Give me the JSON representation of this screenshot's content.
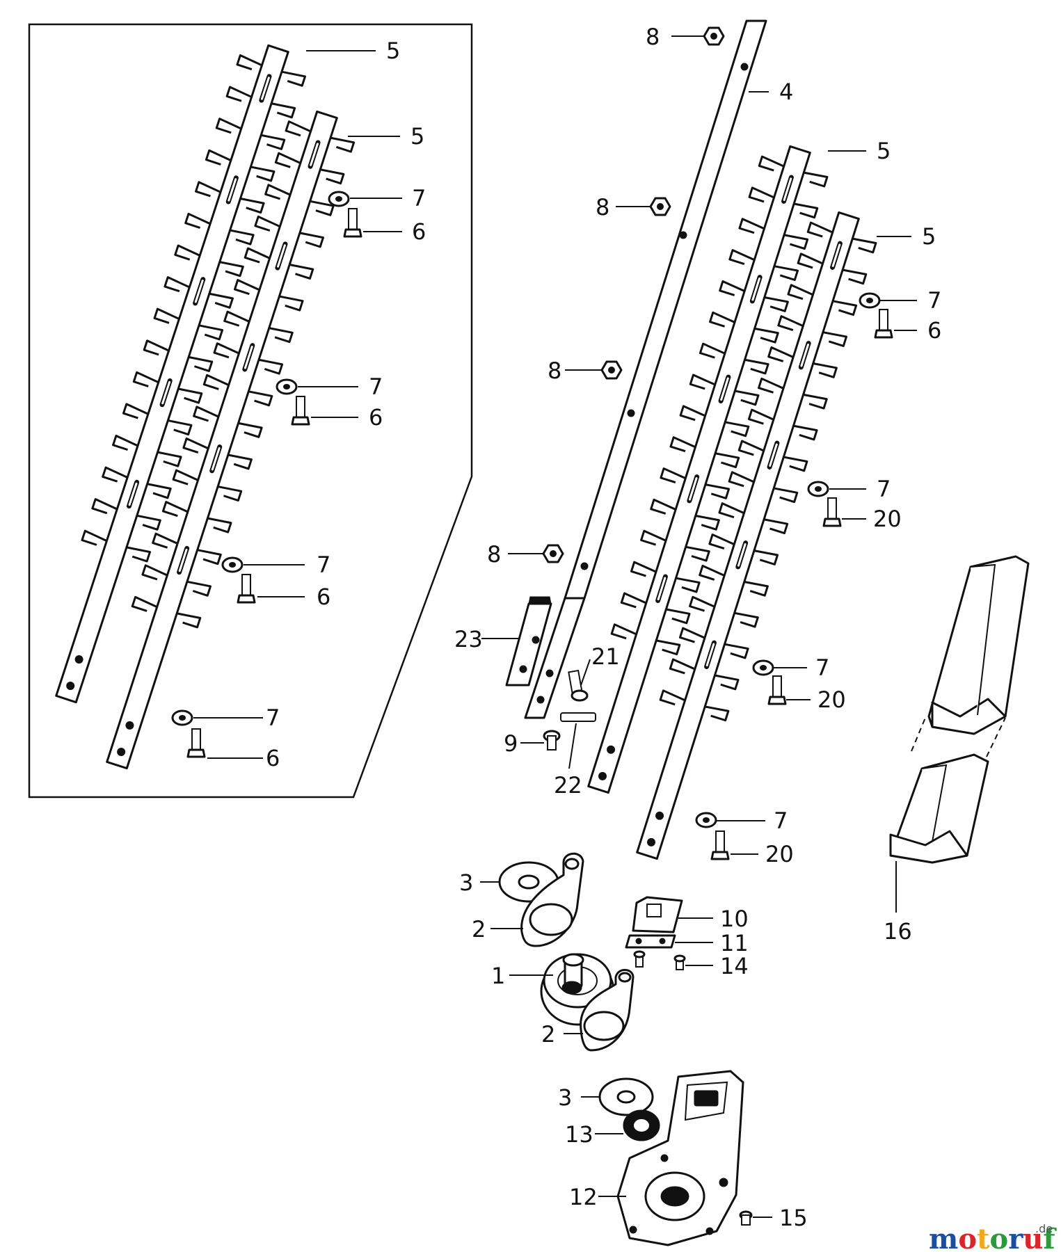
{
  "watermark": {
    "text": "motoruf",
    "suffix": ".de",
    "colors": [
      "#1a4fa0",
      "#d9262b",
      "#f0a81c",
      "#2a9a3b",
      "#1a4fa0",
      "#d9262b",
      "#2a9a3b"
    ]
  },
  "callouts": [
    {
      "id": "c1",
      "label": "5"
    },
    {
      "id": "c2",
      "label": "5"
    },
    {
      "id": "c3",
      "label": "7"
    },
    {
      "id": "c4",
      "label": "6"
    },
    {
      "id": "c5",
      "label": "7"
    },
    {
      "id": "c6",
      "label": "6"
    },
    {
      "id": "c7",
      "label": "7"
    },
    {
      "id": "c8",
      "label": "6"
    },
    {
      "id": "c9",
      "label": "7"
    },
    {
      "id": "c10",
      "label": "6"
    },
    {
      "id": "c11",
      "label": "8"
    },
    {
      "id": "c12",
      "label": "4"
    },
    {
      "id": "c13",
      "label": "8"
    },
    {
      "id": "c14",
      "label": "8"
    },
    {
      "id": "c15",
      "label": "8"
    },
    {
      "id": "c16",
      "label": "23"
    },
    {
      "id": "c17",
      "label": "21"
    },
    {
      "id": "c18",
      "label": "9"
    },
    {
      "id": "c19",
      "label": "22"
    },
    {
      "id": "c20",
      "label": "5"
    },
    {
      "id": "c21",
      "label": "5"
    },
    {
      "id": "c22",
      "label": "7"
    },
    {
      "id": "c23",
      "label": "6"
    },
    {
      "id": "c24",
      "label": "7"
    },
    {
      "id": "c25",
      "label": "20"
    },
    {
      "id": "c26",
      "label": "7"
    },
    {
      "id": "c27",
      "label": "20"
    },
    {
      "id": "c28",
      "label": "7"
    },
    {
      "id": "c29",
      "label": "20"
    },
    {
      "id": "c30",
      "label": "16"
    },
    {
      "id": "c31",
      "label": "3"
    },
    {
      "id": "c32",
      "label": "2"
    },
    {
      "id": "c33",
      "label": "1"
    },
    {
      "id": "c34",
      "label": "2"
    },
    {
      "id": "c35",
      "label": "10"
    },
    {
      "id": "c36",
      "label": "11"
    },
    {
      "id": "c37",
      "label": "14"
    },
    {
      "id": "c38",
      "label": "3"
    },
    {
      "id": "c39",
      "label": "13"
    },
    {
      "id": "c40",
      "label": "12"
    },
    {
      "id": "c41",
      "label": "15"
    }
  ]
}
